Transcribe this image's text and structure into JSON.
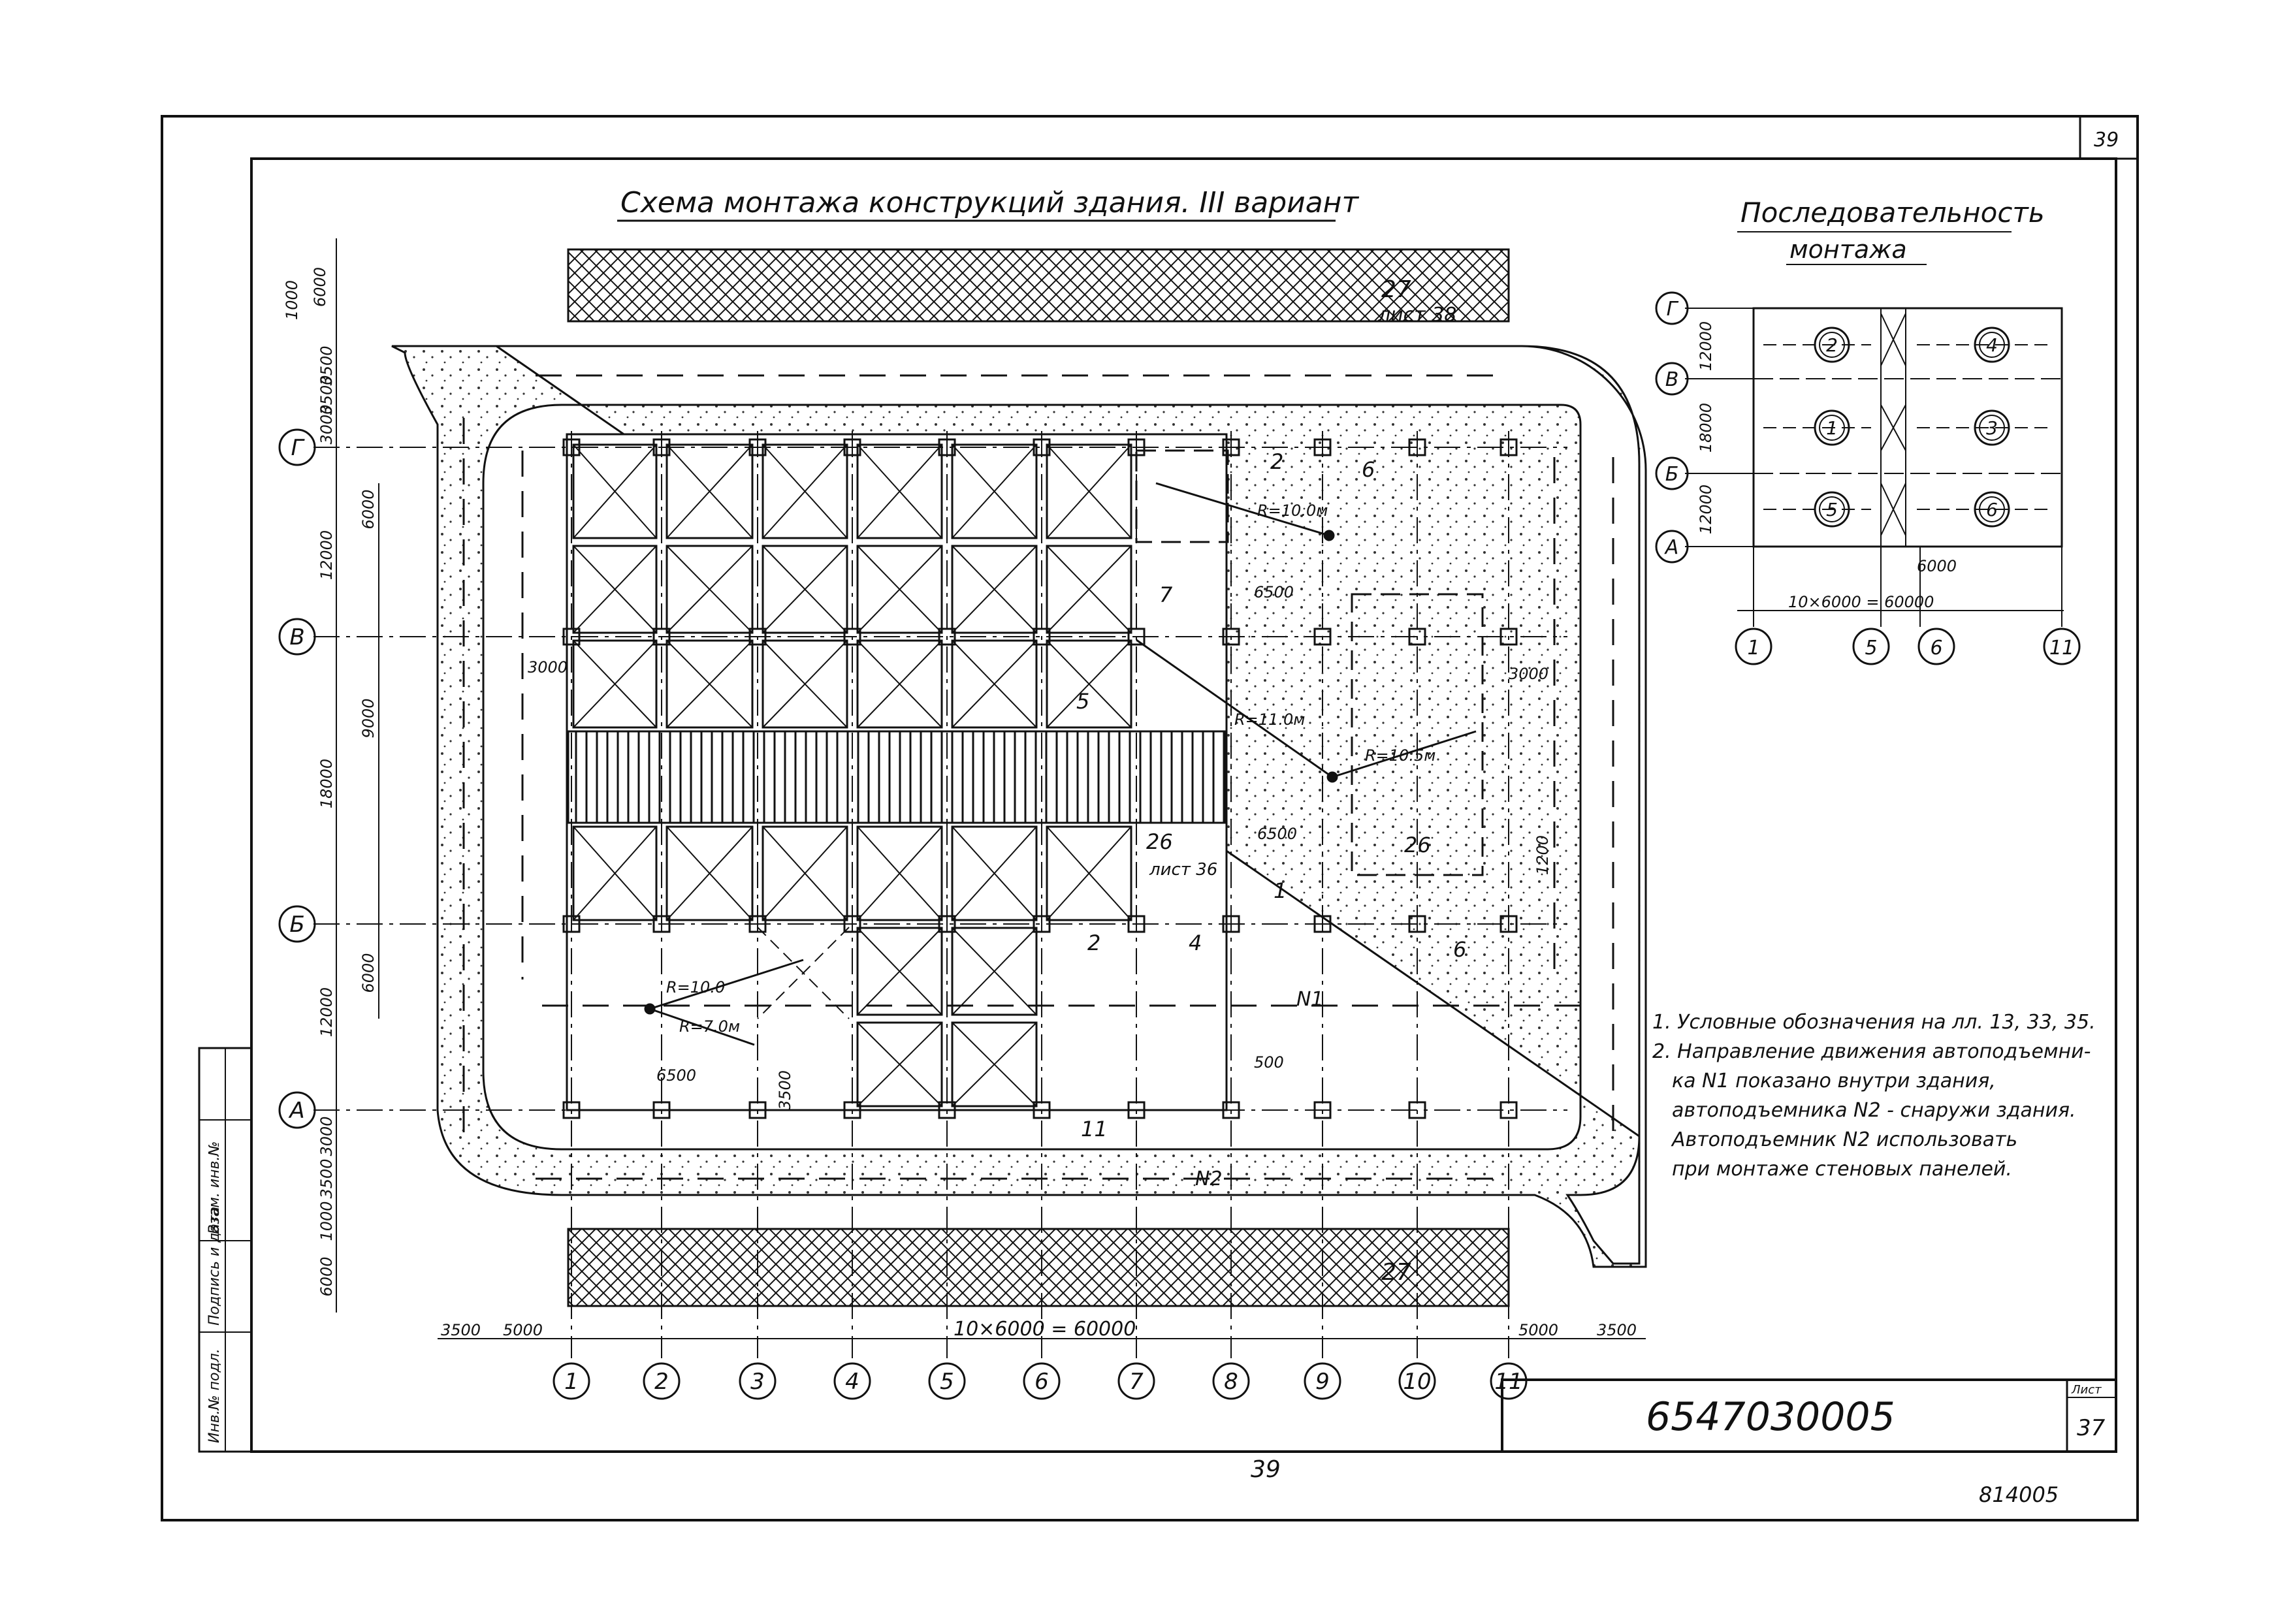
{
  "sheet": {
    "page_number_top": "39",
    "page_number_bottom": "39",
    "archive_number": "814005",
    "doc_code": "6547030005",
    "sheet_label": "Лист",
    "sheet_number": "37"
  },
  "main_plan": {
    "title": "Схема монтажа конструкций здания. III вариант",
    "column_axes": [
      "1",
      "2",
      "3",
      "4",
      "5",
      "6",
      "7",
      "8",
      "9",
      "10",
      "11"
    ],
    "row_axes": [
      "Г",
      "В",
      "Б",
      "А"
    ],
    "dim_top": [
      "1000",
      "6000"
    ],
    "dim_left_outer": [
      "3500",
      "3500",
      "3000",
      "12000",
      "18000",
      "12000",
      "3000",
      "3500",
      "1000",
      "6000"
    ],
    "dim_left_inner": [
      "6000",
      "9000",
      "6000"
    ],
    "dim_bottom": [
      "3500",
      "5000",
      "10×6000 = 60000",
      "5000",
      "3500"
    ],
    "dims_inside": [
      "3000",
      "6500",
      "6500",
      "3000",
      "1200",
      "6500",
      "3500",
      "500"
    ],
    "radii": [
      "R=10.0м",
      "R=11.0м",
      "R=10.5м",
      "R=10.0",
      "R=7.0м"
    ],
    "callouts": [
      "2",
      "6",
      "7",
      "5",
      "1",
      "4",
      "2",
      "6",
      "11"
    ],
    "section_marks": [
      {
        "num": "27",
        "sheet": "лист 38"
      },
      {
        "num": "26",
        "sheet": "лист 36"
      },
      {
        "num": "26",
        "sheet": ""
      },
      {
        "num": "27",
        "sheet": ""
      }
    ],
    "crane_routes": [
      "N1",
      "N2"
    ]
  },
  "sequence": {
    "title_line1": "Последовательность",
    "title_line2": "монтажа",
    "rows": [
      "Г",
      "В",
      "Б",
      "А"
    ],
    "row_dims": [
      "12000",
      "18000",
      "12000"
    ],
    "steps_left": [
      "2",
      "1",
      "5"
    ],
    "steps_right": [
      "4",
      "3",
      "6"
    ],
    "bottom_dims": [
      "6000",
      "10×6000 = 60000"
    ],
    "axes": [
      "1",
      "5",
      "6",
      "11"
    ]
  },
  "notes": [
    "1. Условные обозначения на лл. 13, 33, 35.",
    "2. Направление движения автоподъемни-",
    "ка N1 показано внутри здания,",
    "автоподъемника N2 - снаружи здания.",
    "Автоподъемник N2 использовать",
    "при монтаже стеновых панелей."
  ],
  "stamp_labels": [
    "Инв.№ подл.",
    "Подпись и дата",
    "Взам. инв.№"
  ]
}
